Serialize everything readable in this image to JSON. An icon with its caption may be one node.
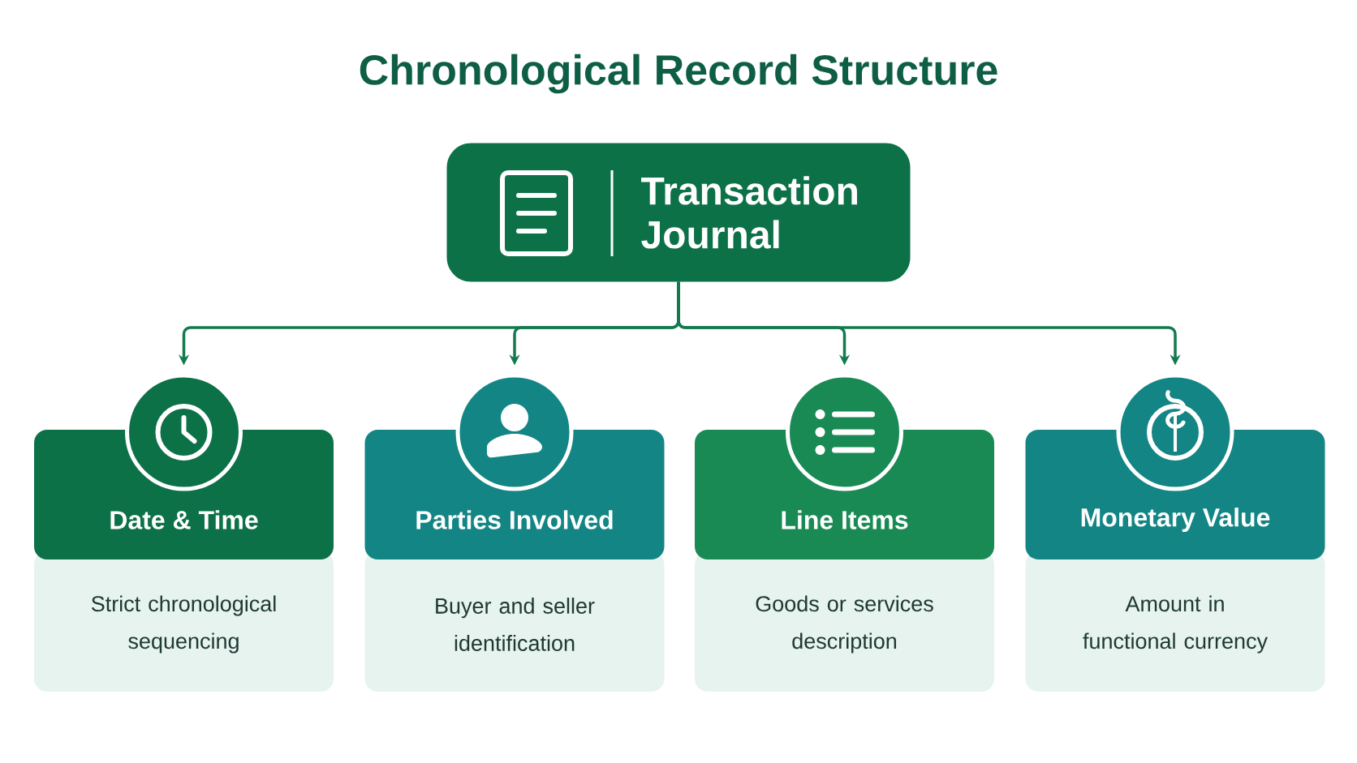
{
  "diagram": {
    "title": "Chronological Record Structure",
    "nodes": [
      {
        "text": [
          "Transaction Journal"
        ]
      },
      {
        "text": [
          "Date & Time",
          "Strict chronological sequencing"
        ]
      },
      {
        "text": [
          "Parties Involved",
          "Buyer and seller identification"
        ]
      },
      {
        "text": [
          "Line Items",
          "Goods or services description"
        ]
      },
      {
        "text": [
          "Monetary Value",
          "Amount in functional currency"
        ]
      }
    ],
    "edges": [
      {
        "from": 0,
        "to": 1,
        "arrow": "to"
      },
      {
        "from": 0,
        "to": 2,
        "arrow": "to"
      },
      {
        "from": 0,
        "to": 3,
        "arrow": "to"
      },
      {
        "from": 0,
        "to": 4,
        "arrow": "to"
      }
    ]
  }
}
